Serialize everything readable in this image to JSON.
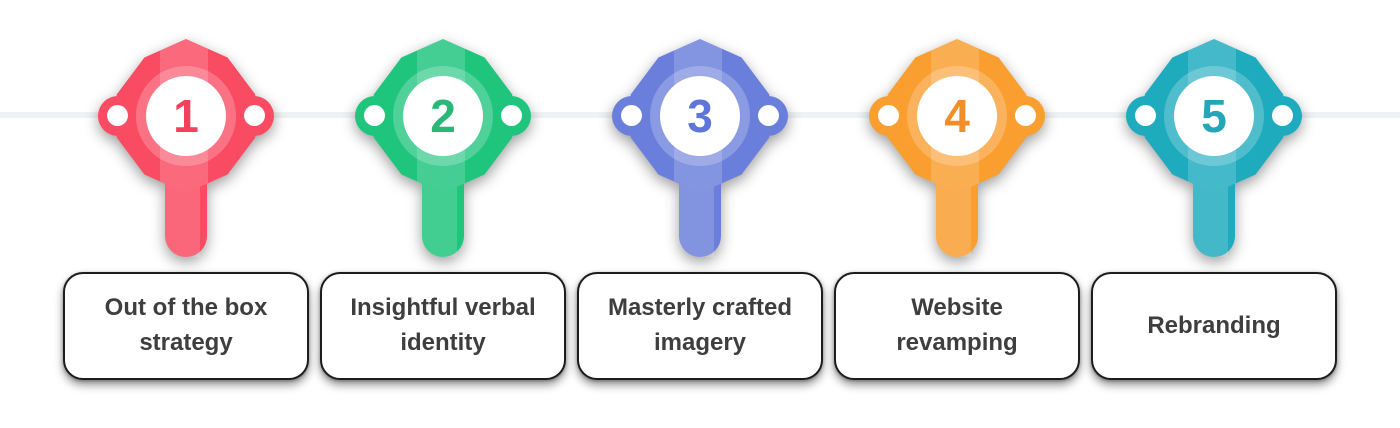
{
  "connector_color": "#eff1f3",
  "steps": [
    {
      "number": "1",
      "label": "Out of the box strategy",
      "color": "#f94b62",
      "num_color": "#f2415c"
    },
    {
      "number": "2",
      "label": "Insightful verbal identity",
      "color": "#1fc57d",
      "num_color": "#29b878"
    },
    {
      "number": "3",
      "label": "Masterly crafted imagery",
      "color": "#6a7fdb",
      "num_color": "#5f76d8"
    },
    {
      "number": "4",
      "label": "Website revamping",
      "color": "#f99e2f",
      "num_color": "#f08e27"
    },
    {
      "number": "5",
      "label": "Rebranding",
      "color": "#1fabbe",
      "num_color": "#22a6b8"
    }
  ]
}
